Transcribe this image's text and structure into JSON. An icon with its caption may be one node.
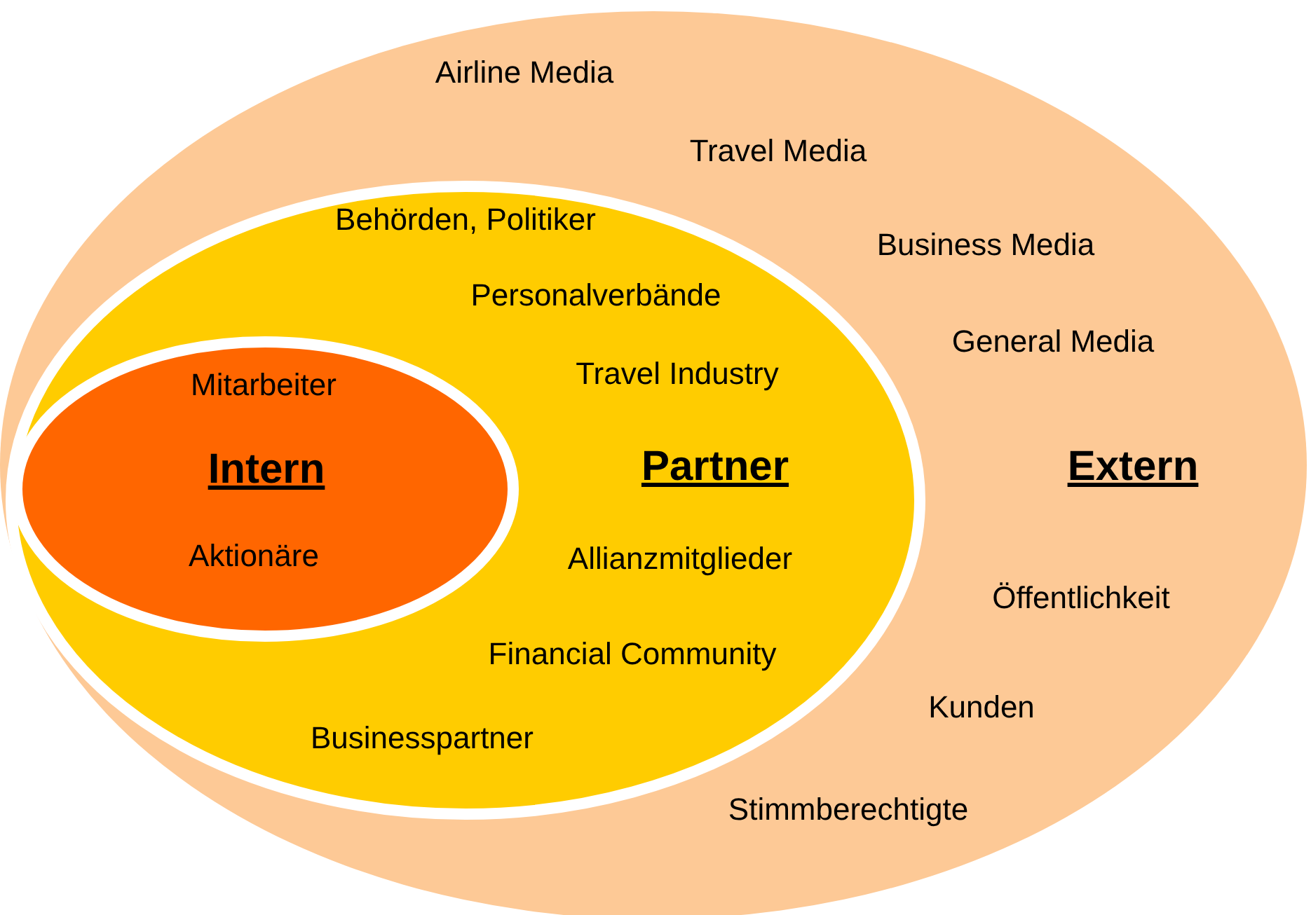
{
  "diagram": {
    "nodes": [
      {
        "text": [
          "Airline Media",
          "Travel Media",
          "Business Media",
          "General Media",
          "Extern",
          "Öffentlichkeit",
          "Kunden",
          "Stimmberechtigte"
        ]
      },
      {
        "text": [
          "Behörden, Politiker",
          "Personalverbände",
          "Travel Industry",
          "Partner",
          "Allianzmitglieder",
          "Financial Community",
          "Businesspartner"
        ],
        "in": 0
      },
      {
        "text": [
          "Mitarbeiter",
          "Intern",
          "Aktionäre"
        ],
        "in": 1
      }
    ]
  }
}
